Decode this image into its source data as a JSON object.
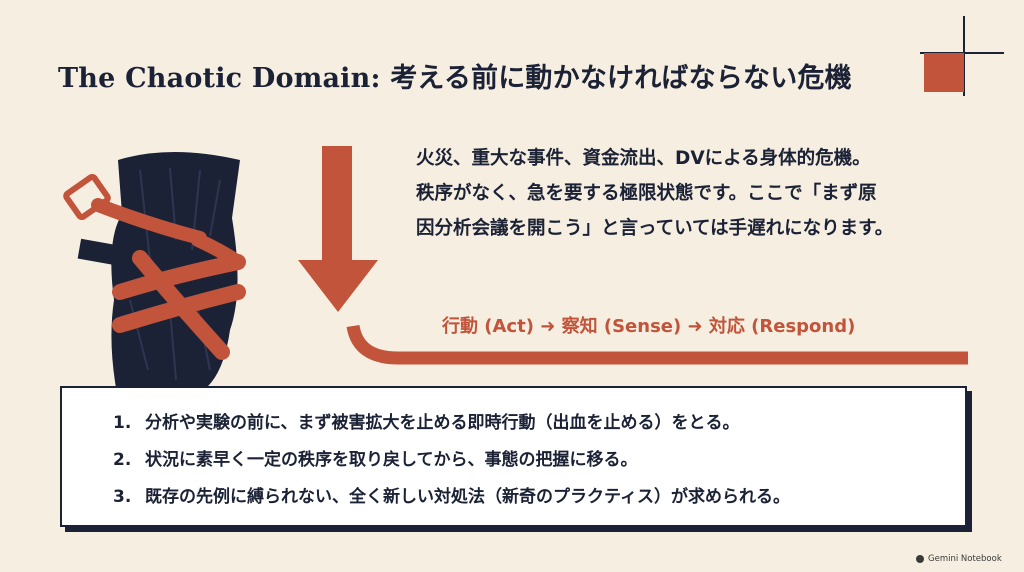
{
  "title": "The Chaotic Domain: 考える前に動かなければならない危機",
  "description": {
    "lines": [
      "火災、重大な事件、資金流出、DVによる身体的危機。",
      "秩序がなく、急を要する極限状態です。ここで「まず原",
      "因分析会議を開こう」と言っていては手遅れになります。"
    ]
  },
  "flow": {
    "step1": "行動 (Act)",
    "arrow": "➜",
    "step2": "察知 (Sense)",
    "step3": "対応 (Respond)"
  },
  "actions": [
    {
      "num": "1.",
      "text": "分析や実験の前に、まず被害拡大を止める即時行動（出血を止める）をとる。"
    },
    {
      "num": "2.",
      "text": "状況に素早く一定の秩序を取り戻してから、事態の把握に移る。"
    },
    {
      "num": "3.",
      "text": "既存の先例に縛られない、全く新しい対処法（新奇のプラクティス）が求められる。"
    }
  ],
  "watermark": "Gemini Notebook",
  "colors": {
    "background": "#f6efe1",
    "navy": "#1c2236",
    "accent": "#c1543a"
  }
}
